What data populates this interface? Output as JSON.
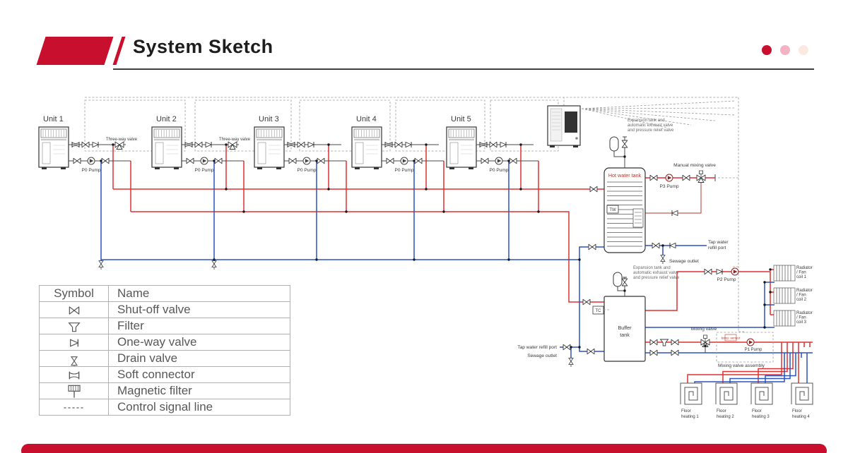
{
  "header": {
    "title": "System Sketch"
  },
  "colors": {
    "accent": "#c8102e",
    "dot_active": "#c8102e",
    "dot_mid": "#f2b4c2",
    "dot_faint": "#fbe9e2",
    "pipe_hot": "#e03131",
    "pipe_cold": "#2b52bd"
  },
  "units": [
    {
      "label": "Unit 1",
      "pump": "P0 Pump",
      "three_way": "Three-way valve"
    },
    {
      "label": "Unit 2",
      "pump": "P0 Pump",
      "three_way": "Three-way valve"
    },
    {
      "label": "Unit 3",
      "pump": "P0 Pump"
    },
    {
      "label": "Unit 4",
      "pump": "P0 Pump"
    },
    {
      "label": "Unit 5",
      "pump": "P0 Pump"
    }
  ],
  "diagram": {
    "hot_water_tank": "Hot water tank",
    "tw_sensor": "TW",
    "tc_sensor": "TC",
    "buffer_tank_lines": [
      "Buffer",
      "tank"
    ],
    "expansion_note_lines": [
      "Expansion tank and",
      "automatic exhaust valve",
      "and pressure relief valve"
    ],
    "p1_pump": "P1 Pump",
    "p2_pump": "P2 Pump",
    "p3_pump": "P3 Pump",
    "manual_mixing_valve": "Manual mixing valve",
    "mixing_valve": "Mixing valve",
    "mixing_valve_assembly": "Mixing valve assembly",
    "temp_sensor": "temp. sensor",
    "tap_water_refill_lines": [
      "Tap water",
      "refill port"
    ],
    "tap_water_refill_port": "Tap water refill port",
    "sewage_outlet": "Sewage outlet",
    "radiators": [
      [
        "Radiator",
        "/ Fan",
        "coil 1"
      ],
      [
        "Radiator",
        "/ Fan",
        "coil 2"
      ],
      [
        "Radiator",
        "/ Fan",
        "coil 3"
      ]
    ],
    "floor_heating": [
      [
        "Floor",
        "heating 1"
      ],
      [
        "Floor",
        "heating 2"
      ],
      [
        "Floor",
        "heating 3"
      ],
      [
        "Floor",
        "heating 4"
      ]
    ]
  },
  "legend": {
    "headers": [
      "Symbol",
      "Name"
    ],
    "rows": [
      {
        "icon": "shut-off-valve-icon",
        "name": "Shut-off valve"
      },
      {
        "icon": "filter-icon",
        "name": "Filter"
      },
      {
        "icon": "one-way-valve-icon",
        "name": "One-way valve"
      },
      {
        "icon": "drain-valve-icon",
        "name": "Drain valve"
      },
      {
        "icon": "soft-connector-icon",
        "name": "Soft connector"
      },
      {
        "icon": "magnetic-filter-icon",
        "name": "Magnetic filter"
      },
      {
        "icon": "control-signal-line-icon",
        "name": "Control signal line"
      }
    ]
  }
}
